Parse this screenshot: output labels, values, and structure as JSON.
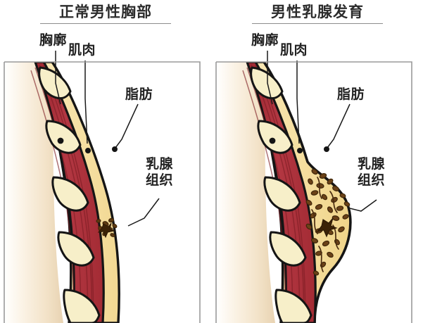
{
  "document": {
    "type": "medical-illustration",
    "subject": "male chest cross-section comparison",
    "language": "zh-CN",
    "panel_count": 2
  },
  "colors": {
    "skin": "#f7ebd8",
    "skin_shadow": "#e8d3b2",
    "muscle": "#b0303a",
    "muscle_dark": "#8e2129",
    "muscle_line": "#7d1d24",
    "rib": "#f7efc9",
    "fat": "#f6e1a2",
    "fat_shadow": "#ecd084",
    "gland": "#6b4218",
    "gland_dark": "#3f2609",
    "outline": "#151515",
    "panel_border": "#9a9a9a",
    "title_text": "#2b2b2b",
    "label_text": "#222222",
    "rule": "#8d8d8d",
    "leader": "#1a1a1a",
    "background": "#ffffff"
  },
  "panels": [
    {
      "id": "normal-male-chest",
      "title": "正常男性胸部",
      "labels": {
        "ribcage": "胸廓",
        "muscle": "肌肉",
        "fat": "脂肪",
        "breast_tissue_line1": "乳腺",
        "breast_tissue_line2": "组织"
      },
      "anatomy": {
        "profile": "flat",
        "rib_count": 5,
        "gland_cluster": "small-compact",
        "gland_lobule_count": 9,
        "fat_layer": "thin"
      }
    },
    {
      "id": "male-breast-development",
      "title": "男性乳腺发育",
      "labels": {
        "ribcage": "胸廓",
        "muscle": "肌肉",
        "fat": "脂肪",
        "breast_tissue_line1": "乳腺",
        "breast_tissue_line2": "组织"
      },
      "anatomy": {
        "profile": "protruding",
        "rib_count": 5,
        "gland_cluster": "enlarged-diffuse",
        "gland_lobule_count": 46,
        "fat_layer": "thick"
      }
    }
  ]
}
